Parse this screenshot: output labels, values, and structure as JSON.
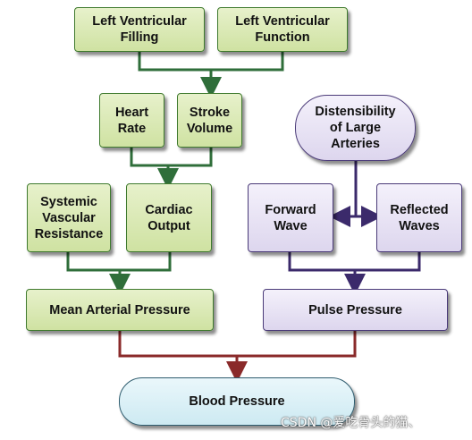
{
  "nodes": {
    "lv_filling": "Left Ventricular\nFilling",
    "lv_function": "Left Ventricular\nFunction",
    "heart_rate": "Heart\nRate",
    "stroke_volume": "Stroke\nVolume",
    "distensibility": "Distensibility\nof Large\nArteries",
    "svr": "Systemic\nVascular\nResistance",
    "cardiac_output": "Cardiac\nOutput",
    "forward_wave": "Forward\nWave",
    "reflected_waves": "Reflected\nWaves",
    "map": "Mean Arterial Pressure",
    "pulse_pressure": "Pulse Pressure",
    "blood_pressure": "Blood Pressure"
  },
  "watermark": "CSDN @爱吃骨头的猫、",
  "colors": {
    "green_line": "#2f6e3a",
    "purple_line": "#3b2a6b",
    "red_line": "#8a2a2a",
    "green_fill": "#d8e8b0",
    "purple_fill": "#e6e0f3",
    "blue_fill": "#d6eef5"
  }
}
